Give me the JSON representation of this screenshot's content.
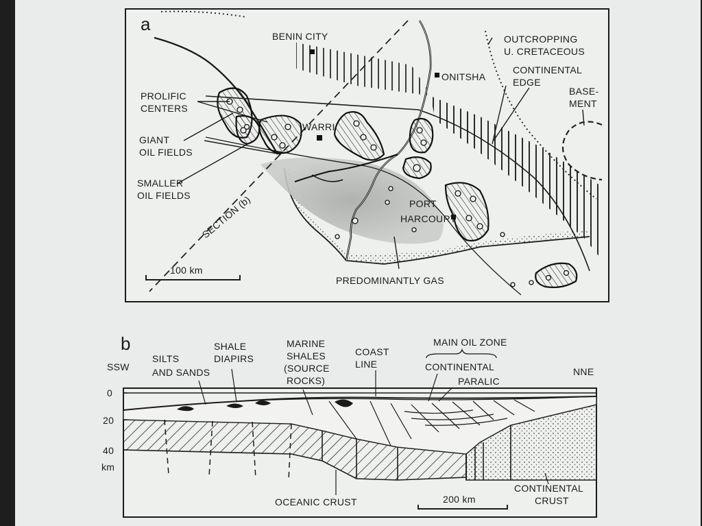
{
  "panel_a": {
    "letter": "a",
    "cities": [
      "BENIN CITY",
      "ONITSHA",
      "WARRI",
      "PORT",
      "HARCOURT"
    ],
    "outcropping": [
      "OUTCROPPING",
      "U. CRETACEOUS"
    ],
    "continental_edge": [
      "CONTINENTAL",
      "EDGE"
    ],
    "basement": [
      "BASE-",
      "MENT"
    ],
    "prolific": [
      "PROLIFIC",
      "CENTERS"
    ],
    "giant": [
      "GIANT",
      "OIL FIELDS"
    ],
    "smaller": [
      "SMALLER",
      "OIL FIELDS"
    ],
    "section": "SECTION (b)",
    "scale": "100 km",
    "gas": "PREDOMINANTLY GAS"
  },
  "panel_b": {
    "letter": "b",
    "ssw": "SSW",
    "nne": "NNE",
    "silts": [
      "SILTS",
      "AND SANDS"
    ],
    "shale": [
      "SHALE",
      "DIAPIRS"
    ],
    "marine": [
      "MARINE",
      "SHALES",
      "(SOURCE",
      "ROCKS)"
    ],
    "coast": [
      "COAST",
      "LINE"
    ],
    "main_oil": "MAIN OIL ZONE",
    "continental": "CONTINENTAL",
    "paralic": "PARALIC",
    "depths": [
      "0",
      "20",
      "40",
      "km"
    ],
    "oceanic": "OCEANIC CRUST",
    "scale": "200 km",
    "crust": [
      "CONTINENTAL",
      "CRUST"
    ]
  }
}
